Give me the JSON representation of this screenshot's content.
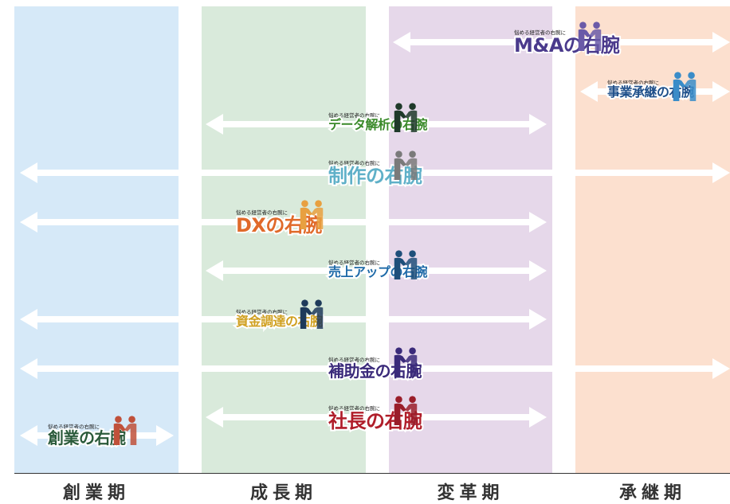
{
  "phases": [
    {
      "label": "創業期",
      "bg": "#d6e9f8",
      "text": "#333333"
    },
    {
      "label": "成長期",
      "bg": "#d9eadb",
      "text": "#333333"
    },
    {
      "label": "変革期",
      "bg": "#e6d8ea",
      "text": "#333333"
    },
    {
      "label": "承継期",
      "bg": "#fce0cf",
      "text": "#333333"
    }
  ],
  "tagline": "悩める経営者の右腕に",
  "services": [
    {
      "title": "M&Aの右腕",
      "color": "#4a3a8c",
      "icon": "handshake-icon",
      "icon_color": "#6a5aa8",
      "span": [
        "変革期",
        "承継期"
      ]
    },
    {
      "title": "事業承継の右腕",
      "color": "#1e4f8a",
      "icon": "handshake-icon",
      "icon_color": "#3a8cc8",
      "span": [
        "承継期"
      ]
    },
    {
      "title": "データ解析の右腕",
      "color": "#3a8a2a",
      "icon": "handshake-icon",
      "icon_color": "#1f3a2a",
      "span": [
        "成長期",
        "変革期"
      ]
    },
    {
      "title": "制作の右腕",
      "color": "#5fb0c8",
      "icon": "handshake-icon",
      "icon_color": "#7a7a7a",
      "span": [
        "創業期",
        "成長期",
        "変革期",
        "承継期"
      ]
    },
    {
      "title": "DXの右腕",
      "color": "#e06a2a",
      "icon": "handshake-icon",
      "icon_color": "#e8a040",
      "span": [
        "創業期",
        "成長期",
        "変革期"
      ]
    },
    {
      "title": "売上アップの右腕",
      "color": "#1e6aa8",
      "icon": "handshake-icon",
      "icon_color": "#1e4f7a",
      "span": [
        "成長期",
        "変革期"
      ]
    },
    {
      "title": "資金調達の右腕",
      "color": "#d0a020",
      "icon": "handshake-icon",
      "icon_color": "#1e3a5a",
      "span": [
        "創業期",
        "成長期",
        "変革期"
      ]
    },
    {
      "title": "補助金の右腕",
      "color": "#3a2a7a",
      "icon": "handshake-icon",
      "icon_color": "#3a2a7a",
      "span": [
        "創業期",
        "成長期",
        "変革期",
        "承継期"
      ]
    },
    {
      "title": "社長の右腕",
      "color": "#b01e2a",
      "icon": "handshake-icon",
      "icon_color": "#9a1e2a",
      "span": [
        "成長期",
        "変革期"
      ]
    },
    {
      "title": "創業の右腕",
      "color": "#2a5a3a",
      "icon": "handshake-icon",
      "icon_color": "#c0503a",
      "span": [
        "創業期"
      ]
    }
  ]
}
